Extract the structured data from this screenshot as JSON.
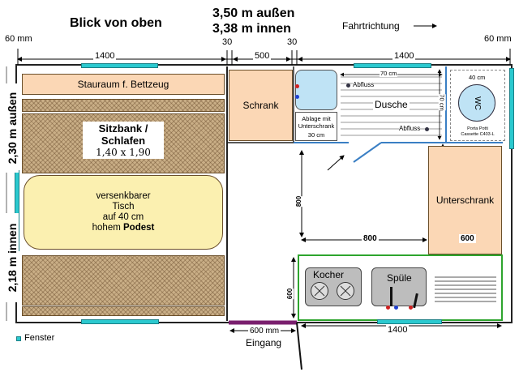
{
  "title": "Blick von oben",
  "length_outer": "3,50 m außen",
  "length_inner": "3,38 m innen",
  "direction_label": "Fahrtrichtung",
  "margin_left": "60 mm",
  "margin_right": "60 mm",
  "dim_top": [
    "1400",
    "30",
    "500",
    "30",
    "1400"
  ],
  "width_outer": "2,30 m außen",
  "width_inner": "2,18 m innen",
  "storage_label": "Stauraum f. Bettzeug",
  "bench_label_1": "Sitzbank /",
  "bench_label_2": "Schlafen",
  "bench_size": "1,40 x 1,90",
  "table_label": [
    "versenkbarer",
    "Tisch",
    "auf 40 cm",
    "hohem"
  ],
  "table_podest": "Podest",
  "closet_label": "Schrank",
  "shelf_label": [
    "Ablage mit",
    "Unterschrank"
  ],
  "shelf_dim": "30 cm",
  "shower_label": "Dusche",
  "drain_label_1": "Abfluss",
  "drain_label_2": "Abfluss",
  "shower_width": "70 cm",
  "shower_depth": "70 cm",
  "wc_label": "WC",
  "wc_width": "40 cm",
  "wc_model": [
    "Porta Potti",
    "Cassette C403-L"
  ],
  "cabinet_label": "Unterschrank",
  "dim_800_vertical": "800",
  "dim_800_horizontal": "800",
  "dim_600_cabinet": "600",
  "dim_600_vertical": "600",
  "stove_label": "Kocher",
  "sink_label": "Spüle",
  "door_dim": "600 mm",
  "entrance_label": "Eingang",
  "dim_bottom_right": "1400",
  "legend_label": "Fenster",
  "colors": {
    "window": "#2bc9cf",
    "furniture": "#fbd7b5",
    "bench": "#c9ae86",
    "kitchen_outline": "#2ea52e",
    "door": "#7a1f6e",
    "wall": "#222222"
  }
}
